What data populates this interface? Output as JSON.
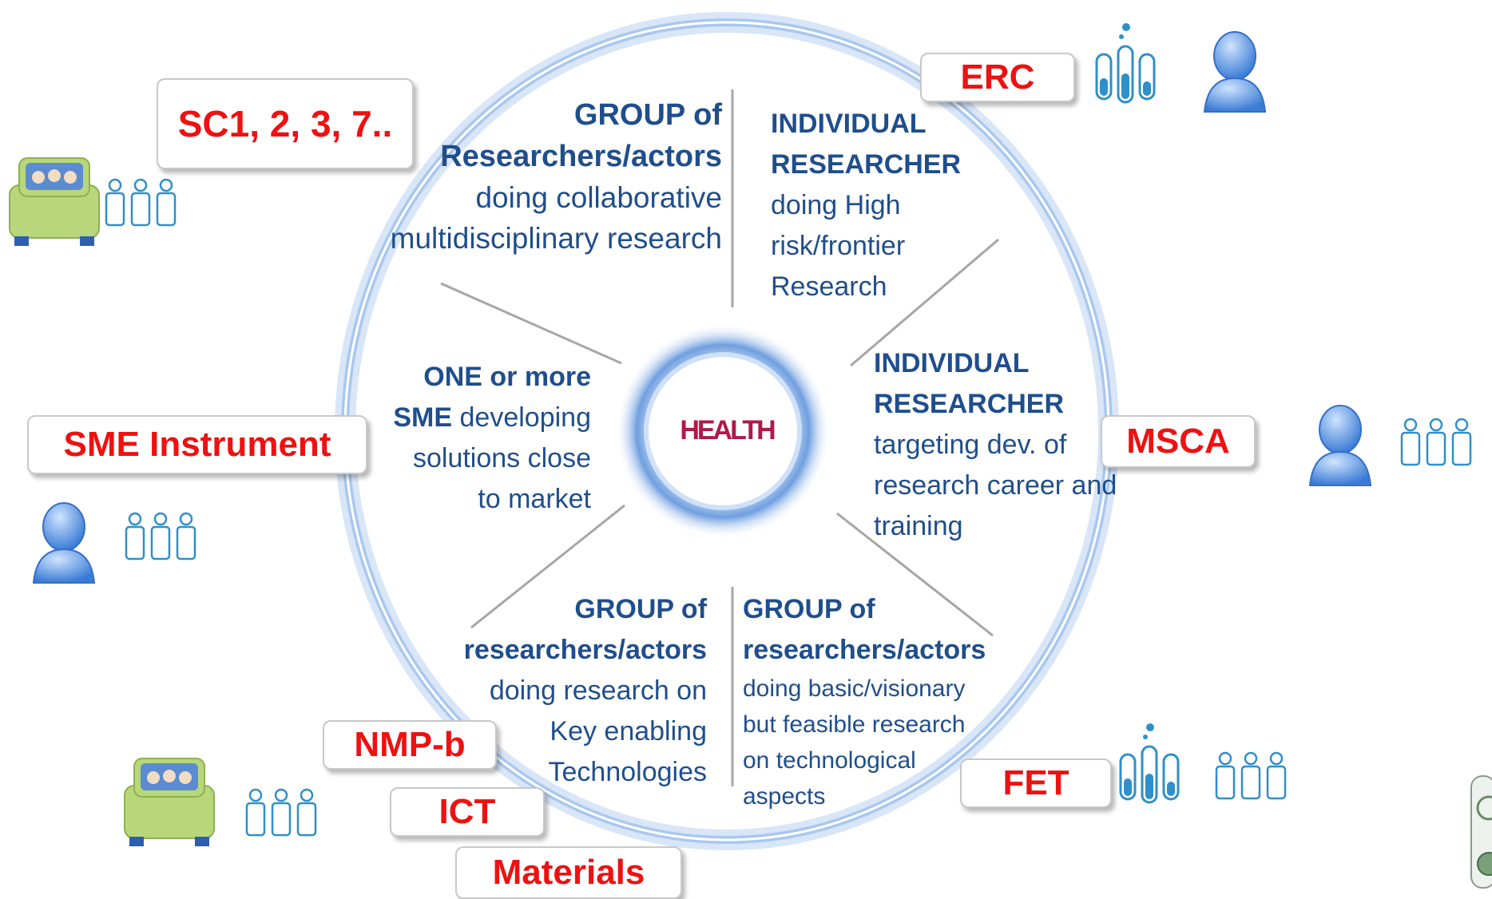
{
  "center_label": "HEALTH",
  "segments": {
    "top_left": {
      "bold": "GROUP of Researchers/actors",
      "text": "doing collaborative multidisciplinary research"
    },
    "top_right": {
      "bold": "INDIVIDUAL RESEARCHER",
      "text": "doing High risk/frontier Research"
    },
    "right": {
      "bold": "INDIVIDUAL RESEARCHER",
      "text": "targeting dev. of research career and training"
    },
    "left": {
      "bold_1": "ONE or more",
      "bold_2": "SME",
      "text_1": "developing",
      "text_2": "solutions close to market"
    },
    "bottom_left": {
      "bold": "GROUP of researchers/actors",
      "text": "doing research on Key enabling Technologies"
    },
    "bottom_right": {
      "bold": "GROUP of researchers/actors",
      "text": "doing basic/visionary but feasible research on technological aspects"
    }
  },
  "labels": {
    "erc": "ERC",
    "sc": "SC1, 2, 3, 7..",
    "sme": "SME Instrument",
    "msca": "MSCA",
    "nmp": "NMP-b",
    "ict": "ICT",
    "materials": "Materials",
    "fet": "FET"
  },
  "icons": [
    "car-group-icon",
    "researchers-group-icon",
    "person-icon",
    "test-tubes-icon",
    "seal-logo"
  ],
  "colors": {
    "label_text": "#ee1111",
    "segment_text": "#1f4e8c",
    "center_text": "#b0194a",
    "ring": "#aac8ee",
    "lines": "#a6a6a6"
  }
}
